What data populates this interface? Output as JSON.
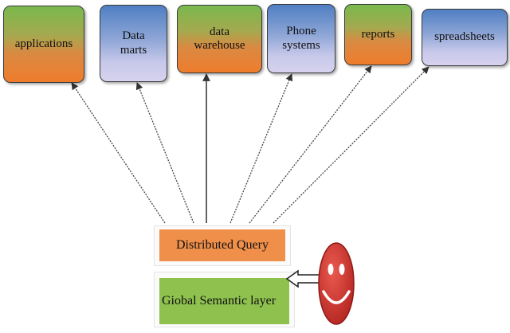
{
  "nodes": [
    {
      "id": "applications",
      "lines": [
        "applications"
      ],
      "style": "orange"
    },
    {
      "id": "data-marts",
      "lines": [
        "Data",
        "marts"
      ],
      "style": "blue"
    },
    {
      "id": "data-warehouse",
      "lines": [
        "data",
        "warehouse"
      ],
      "style": "orange"
    },
    {
      "id": "phone-systems",
      "lines": [
        "Phone",
        "systems"
      ],
      "style": "blue"
    },
    {
      "id": "reports",
      "lines": [
        "reports"
      ],
      "style": "orange"
    },
    {
      "id": "spreadsheets",
      "lines": [
        "spreadsheets"
      ],
      "style": "blue"
    }
  ],
  "layers": {
    "distributed_query": "Distributed Query",
    "global_semantic": "Giobal Semantic layer"
  },
  "colors": {
    "orange_layer": "#ef8f4a",
    "green_layer": "#8ec14e",
    "smiley_face": "#d93a35",
    "edge": "#333333"
  },
  "icons": {
    "user": "smiley-face-icon"
  }
}
